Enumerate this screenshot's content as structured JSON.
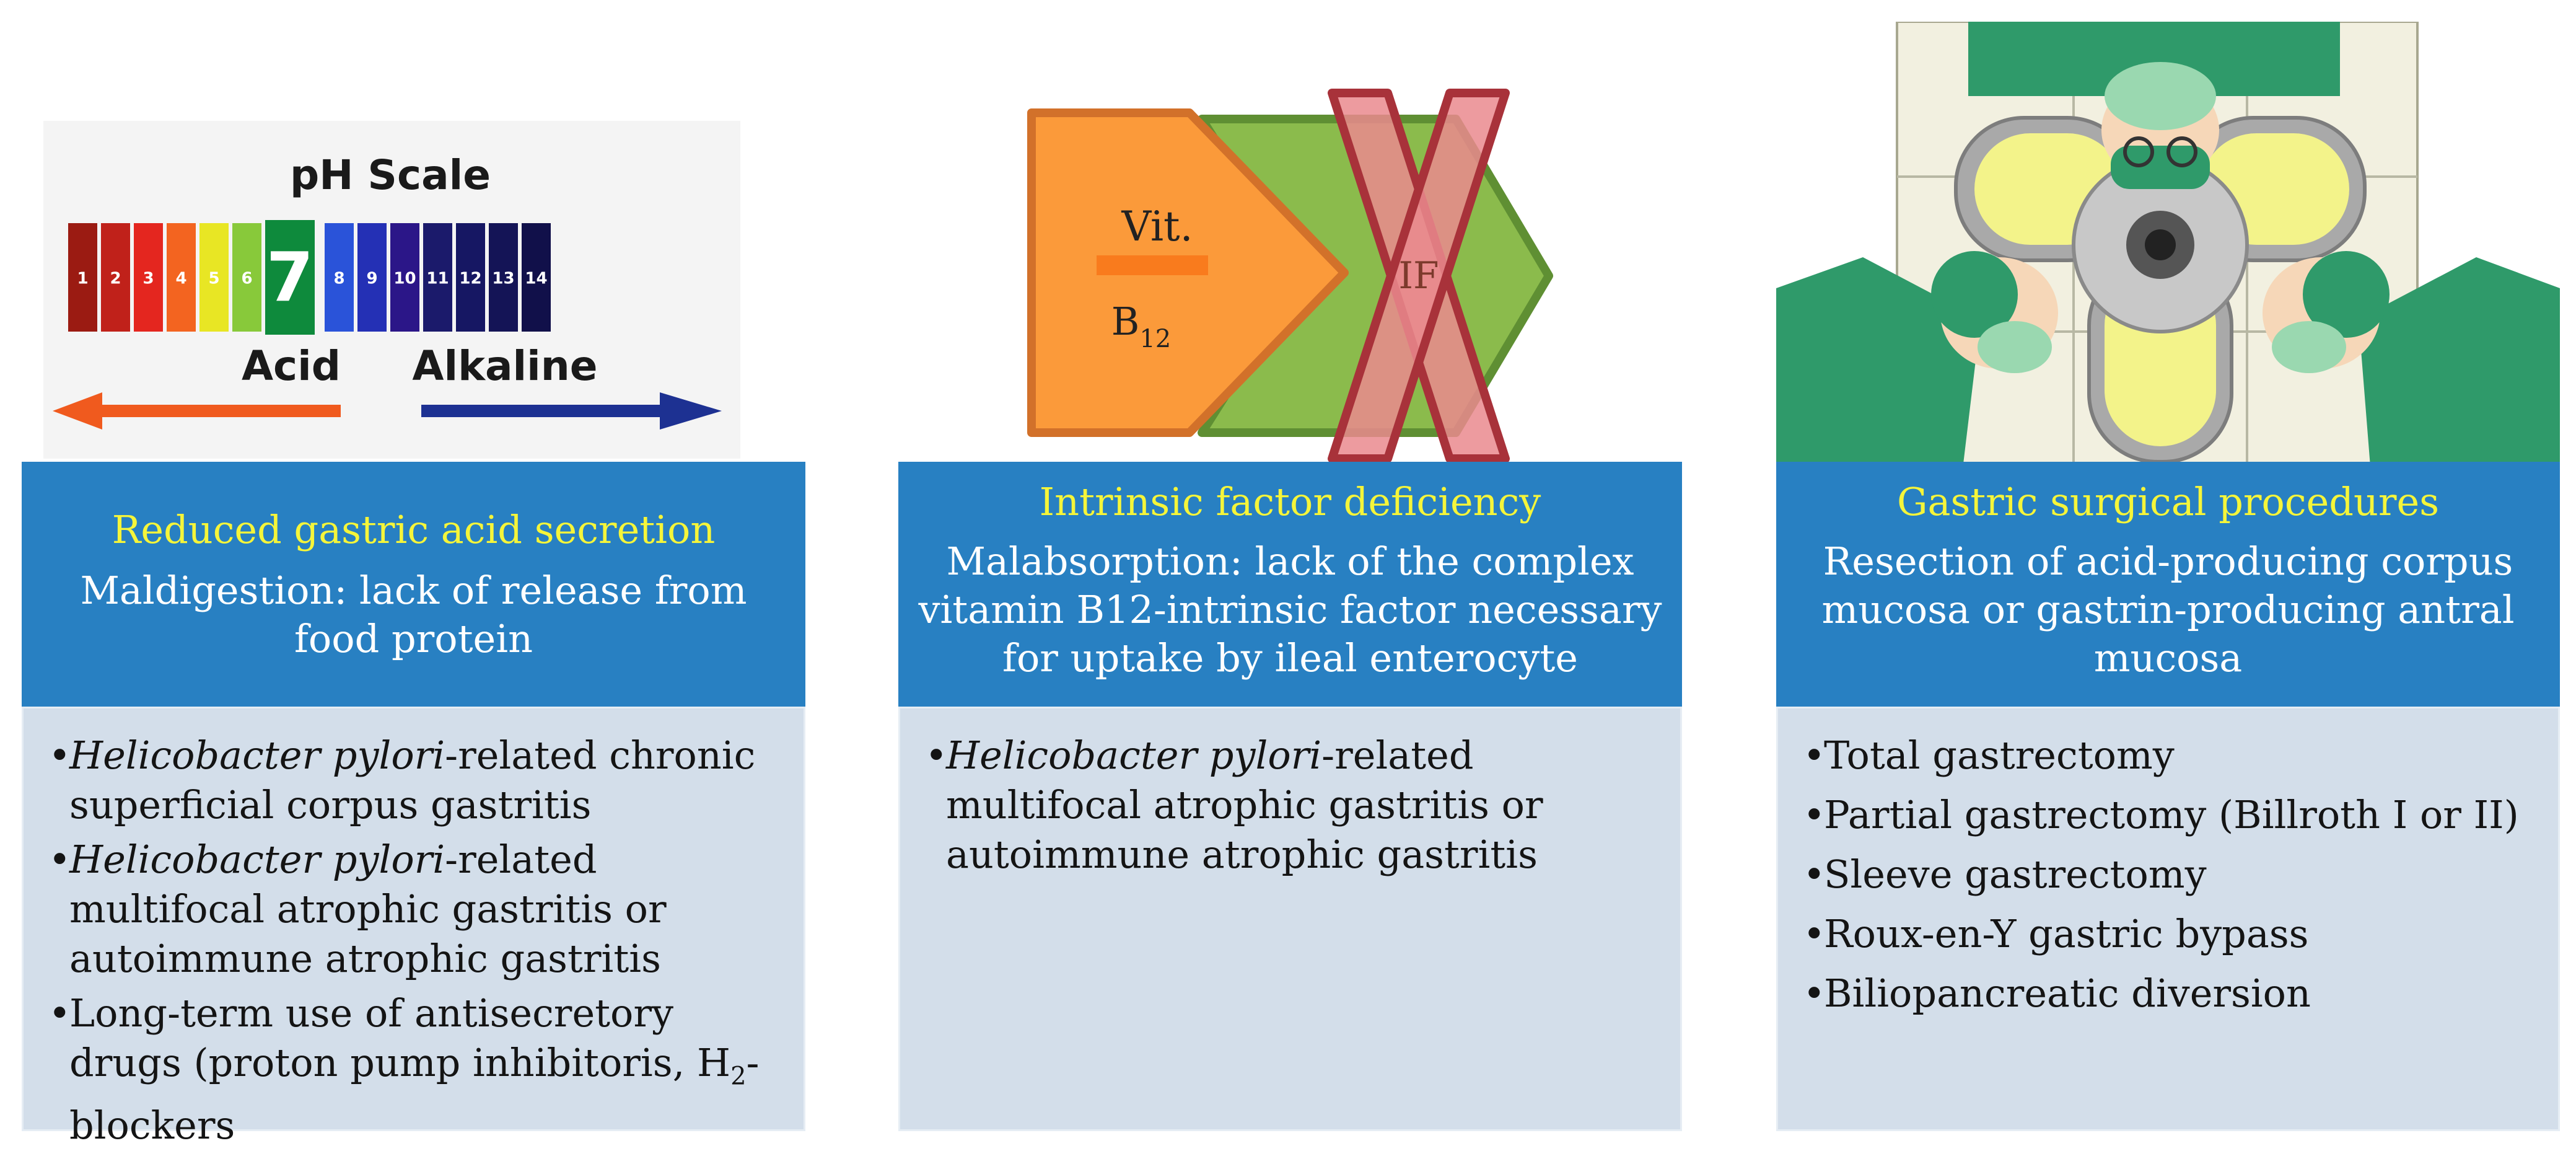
{
  "columns": [
    {
      "image": {
        "ph_title": "pH Scale",
        "ph_numbers": [
          "1",
          "2",
          "3",
          "4",
          "5",
          "6",
          "7",
          "8",
          "9",
          "10",
          "11",
          "12",
          "13",
          "14"
        ],
        "ph_colors": [
          "#9b1b12",
          "#c0211a",
          "#e4261f",
          "#f36420",
          "#e8e624",
          "#88c93a",
          "#0e8a3c",
          "#2a53d9",
          "#2430b5",
          "#2b1688",
          "#1b1a6b",
          "#161763",
          "#141456",
          "#11104a"
        ],
        "acid_label": "Acid",
        "alkaline_label": "Alkaline",
        "acid_arrow_color": "#f05a1e",
        "alkaline_arrow_color": "#1d3192"
      },
      "title": "Reduced gastric acid secretion",
      "subtitle": "Maldigestion: lack of release from food protein",
      "bullets": [
        {
          "italic": "Helicobacter pylori",
          "text": "-related chronic superficial corpus gastritis"
        },
        {
          "italic": "Helicobacter pylori",
          "text": "-related multifocal atrophic gastritis or autoimmune atrophic gastritis"
        },
        {
          "text": "Long-term use of antisecretory drugs (proton pump inhibitoris, H",
          "sub": "2",
          "tail": "-blockers"
        }
      ]
    },
    {
      "image": {
        "vit_label": "Vit.",
        "b_label": "B",
        "b_sub": "12",
        "if_label": "IF",
        "orange_color": "#fb9a3a",
        "green_color": "#8bbb4c",
        "cross_color": "#ea8a8e"
      },
      "title": "Intrinsic factor deficiency",
      "subtitle": "Malabsorption: lack of the complex vitamin B12-intrinsic factor necessary for uptake by ileal enterocyte",
      "bullets": [
        {
          "italic": "Helicobacter pylori",
          "text": "-related multifocal atrophic gastritis or autoimmune atrophic gastritis"
        }
      ]
    },
    {
      "image": {
        "icon": "surgeons-icon"
      },
      "title": "Gastric surgical procedures",
      "subtitle": "Resection of acid-producing corpus mucosa or gastrin-producing antral mucosa",
      "bullets": [
        {
          "text": "Total gastrectomy"
        },
        {
          "text": "Partial gastrectomy (Billroth I or II)"
        },
        {
          "text": "Sleeve gastrectomy"
        },
        {
          "text": "Roux-en-Y gastric bypass"
        },
        {
          "text": "Biliopancreatic diversion"
        }
      ]
    }
  ],
  "colors": {
    "header_bg": "#2880c2",
    "title_text": "#f5f53a",
    "body_bg": "#d3deea"
  }
}
